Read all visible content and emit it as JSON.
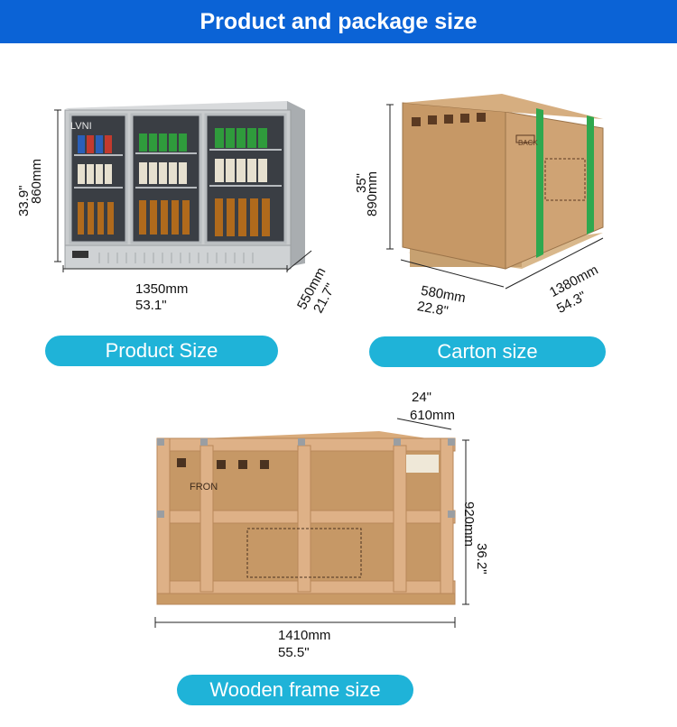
{
  "header": {
    "title": "Product and package size"
  },
  "product": {
    "brand": "LVNI",
    "label": "Product Size",
    "height_mm": "860mm",
    "height_in": "33.9\"",
    "width_mm": "1350mm",
    "width_in": "53.1\"",
    "depth_mm": "550mm",
    "depth_in": "21.7\""
  },
  "carton": {
    "label": "Carton size",
    "back_text": "BACK",
    "height_mm": "890mm",
    "height_in": "35\"",
    "width_mm": "580mm",
    "width_in": "22.8\"",
    "length_mm": "1380mm",
    "length_in": "54.3\""
  },
  "wooden": {
    "label": "Wooden frame size",
    "front_text": "FRON",
    "depth_in": "24\"",
    "depth_mm": "610mm",
    "height_in": "36.2\"",
    "height_mm": "920mm",
    "width_mm": "1410mm",
    "width_in": "55.5\""
  },
  "colors": {
    "header": "#0b63d6",
    "pill": "#1fb3d8",
    "cardboard": "#c9996a",
    "wood": "#deb187"
  }
}
